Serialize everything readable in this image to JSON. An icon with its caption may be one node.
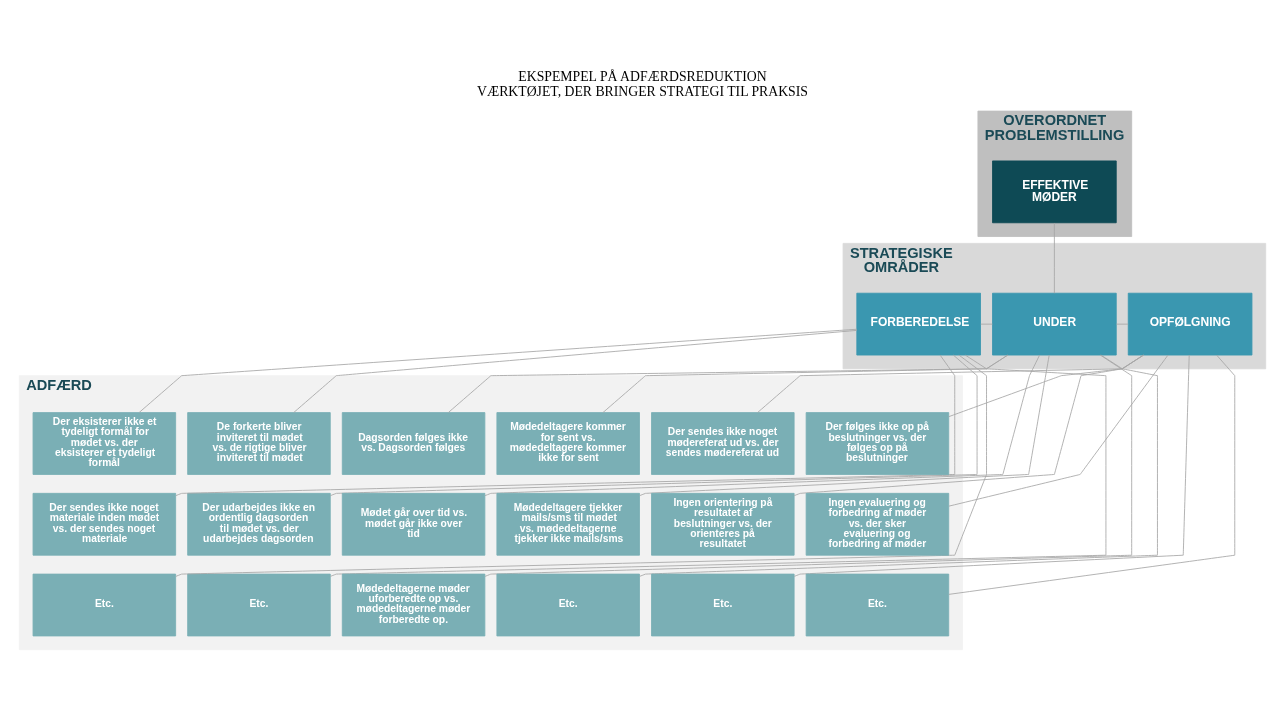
{
  "diagram": {
    "title": "EKSPEMPEL PÅ ADFÆRDSREDUKTION",
    "caption": "VÆRKTØJET, DER BRINGER STRATEGI TIL PRAKSIS",
    "nodes": [
      {
        "text": [
          "OVERORDNET PROBLEMSTILLING"
        ]
      },
      {
        "text": [
          "EFFEKTIVE MØDER"
        ],
        "in": 0
      },
      {
        "text": [
          "STRATEGISKE OMRÅDER"
        ]
      },
      {
        "text": [
          "FORBEREDELSE"
        ],
        "in": 2
      },
      {
        "text": [
          "UNDER"
        ],
        "in": 2
      },
      {
        "text": [
          "OPFØLGNING"
        ],
        "in": 2
      },
      {
        "text": [
          "ADFÆRD"
        ]
      },
      {
        "text": [
          "De forkerte bliver inviteret til mødet vs. de rigtige bliver inviteret til mødet"
        ],
        "in": 6
      },
      {
        "text": [
          "Der eksisterer ikke et tydeligt formål for mødet vs. der eksisterer et tydeligt formål"
        ],
        "in": 6
      },
      {
        "text": [
          "Mødedeltagere kommer for sent vs. mødedeltagere kommer ikke for sent"
        ],
        "in": 6
      },
      {
        "text": [
          "Dagsorden følges ikke vs. Dagsorden følges"
        ],
        "in": 6
      },
      {
        "text": [
          "Der følges ikke op på beslutninger vs. der følges op på beslutninger"
        ],
        "in": 6
      },
      {
        "text": [
          "Der sendes ikke noget mødereferat ud vs. der sendes mødereferat ud"
        ],
        "in": 6
      },
      {
        "text": [
          "Der udarbejdes ikke en ordentlig dagsorden til mødet vs. der udarbejdes dagsorden"
        ],
        "in": 6
      },
      {
        "text": [
          "Der sendes ikke noget materiale inden mødet vs. der sendes noget materiale"
        ],
        "in": 6
      },
      {
        "text": [
          "Mødet går over tid vs. mødet går ikke over tid"
        ],
        "in": 6
      },
      {
        "text": [
          "Mødedeltagere tjekker mails/sms til mødet vs. mødedeltagerne tjekker ikke mails/sms"
        ],
        "in": 6
      },
      {
        "text": [
          "Ingen orientering på resultatet af beslutninger vs. der orienteres på resultatet"
        ],
        "in": 6
      },
      {
        "text": [
          "Ingen evaluering og forbedring af møder vs. der sker evaluering og forbedring af møder"
        ],
        "in": 6
      },
      {
        "text": [
          "Etc."
        ],
        "in": 6
      },
      {
        "text": [
          "Etc."
        ],
        "in": 6
      },
      {
        "text": [
          "Mødedeltagerne møder uforberedte op vs. mødedeltagerne møder forberedte op."
        ],
        "in": 6
      },
      {
        "text": [
          "Etc."
        ],
        "in": 6
      },
      {
        "text": [
          "Etc."
        ],
        "in": 6
      },
      {
        "text": [
          "Etc."
        ],
        "in": 6
      }
    ],
    "edges": [
      {
        "from": 1,
        "to": 4,
        "arrow": "none"
      },
      {
        "from": 4,
        "to": 3,
        "arrow": "none"
      },
      {
        "from": 4,
        "to": 5,
        "arrow": "none"
      },
      {
        "from": 3,
        "to": 7,
        "arrow": "none"
      },
      {
        "from": 3,
        "to": 8,
        "arrow": "none"
      },
      {
        "from": 3,
        "to": 13,
        "arrow": "none"
      },
      {
        "from": 3,
        "to": 14,
        "arrow": "none"
      },
      {
        "from": 3,
        "to": 19,
        "arrow": "none"
      },
      {
        "from": 3,
        "to": 20,
        "arrow": "none"
      },
      {
        "from": 4,
        "to": 9,
        "arrow": "none"
      },
      {
        "from": 4,
        "to": 10,
        "arrow": "none"
      },
      {
        "from": 4,
        "to": 15,
        "arrow": "none"
      },
      {
        "from": 4,
        "to": 16,
        "arrow": "none"
      },
      {
        "from": 4,
        "to": 21,
        "arrow": "none"
      },
      {
        "from": 4,
        "to": 22,
        "arrow": "none"
      },
      {
        "from": 5,
        "to": 11,
        "arrow": "none"
      },
      {
        "from": 5,
        "to": 12,
        "arrow": "none"
      },
      {
        "from": 5,
        "to": 17,
        "arrow": "none"
      },
      {
        "from": 5,
        "to": 18,
        "arrow": "none"
      },
      {
        "from": 5,
        "to": 23,
        "arrow": "none"
      },
      {
        "from": 5,
        "to": 24,
        "arrow": "none"
      }
    ]
  }
}
